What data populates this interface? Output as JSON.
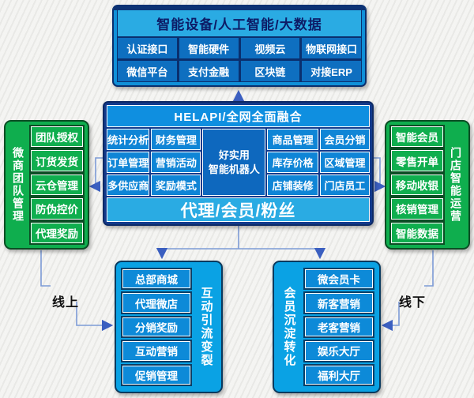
{
  "top_box": {
    "title": "智能设备/人工智能/大数据",
    "rows": [
      [
        "认证接口",
        "智能硬件",
        "视频云",
        "物联网接口"
      ],
      [
        "微信平台",
        "支付金融",
        "区块链",
        "对接ERP"
      ]
    ]
  },
  "center_box": {
    "header": "HELAPI/全网全面融合",
    "col1": [
      "统计分析",
      "订单管理",
      "多供应商"
    ],
    "col2": [
      "财务管理",
      "营销活动",
      "奖励模式"
    ],
    "robot_line1": "好实用",
    "robot_line2": "智能机器人",
    "col4": [
      "商品管理",
      "库存价格",
      "店铺装修"
    ],
    "col5": [
      "会员分销",
      "区域管理",
      "门店员工"
    ],
    "footer": "代理/会员/粉丝"
  },
  "left_panel": {
    "label": "微商团队管理",
    "items": [
      "团队授权",
      "订货发货",
      "云仓管理",
      "防伪控价",
      "代理奖励"
    ]
  },
  "right_panel": {
    "label": "门店智能运营",
    "items": [
      "智能会员",
      "零售开单",
      "移动收银",
      "核销管理",
      "智能数据"
    ]
  },
  "bottom_left_panel": {
    "label": "互动引流变裂",
    "items": [
      "总部商城",
      "代理微店",
      "分销奖励",
      "互动营销",
      "促销管理"
    ]
  },
  "bottom_right_panel": {
    "label": "会员沉淀转化",
    "items": [
      "微会员卡",
      "新客营销",
      "老客营销",
      "娱乐大厅",
      "福利大厅"
    ]
  },
  "connectors": {
    "online_label": "线上",
    "offline_label": "线下"
  },
  "colors": {
    "green": "#0fae4e",
    "cell_blue": "#0f85d6",
    "dark_cell_blue": "#0e68be",
    "light_blue_band": "#2aabe3",
    "navy": "#123a8c",
    "panel_blue": "#0aa2e4",
    "wire": "#7d9bd6",
    "arrow": "#3b5fc0"
  }
}
